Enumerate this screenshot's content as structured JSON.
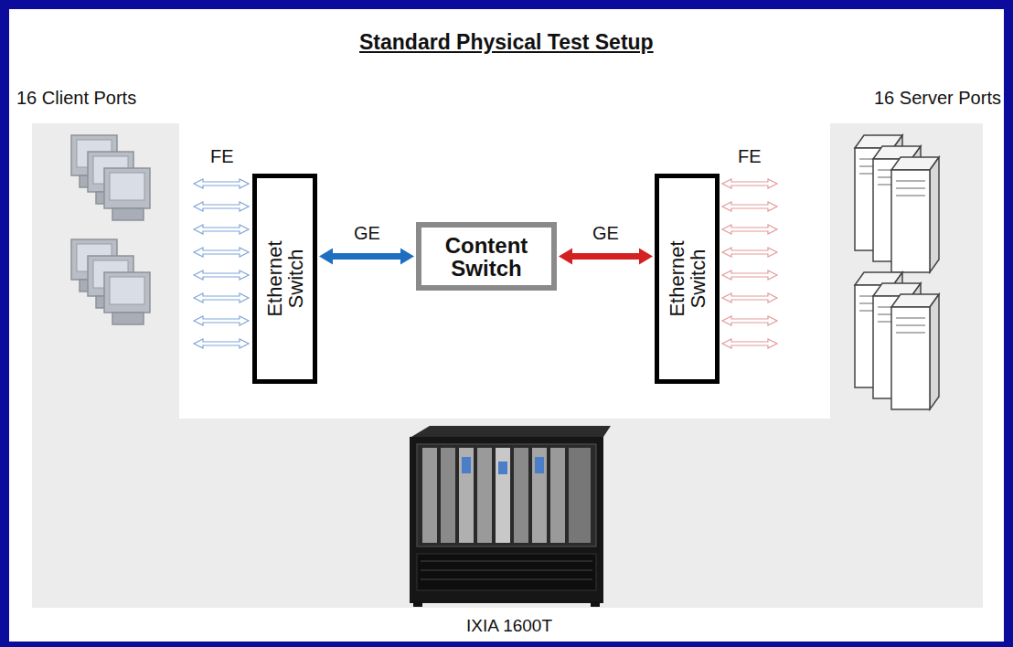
{
  "diagram": {
    "title": "Standard Physical Test Setup",
    "nodes": [
      {
        "text": [
          "Ethernet Switch"
        ]
      },
      {
        "text": [
          "Content Switch"
        ]
      },
      {
        "text": [
          "Ethernet Switch"
        ]
      }
    ],
    "edges": [
      {
        "from": 0,
        "to": 1,
        "label": "GE",
        "arrow": "both"
      },
      {
        "from": 1,
        "to": 2,
        "label": "GE",
        "arrow": "both"
      }
    ],
    "labels": [
      "16 Client Ports",
      "16 Server Ports",
      "FE",
      "FE",
      "IXIA 1600T"
    ]
  }
}
